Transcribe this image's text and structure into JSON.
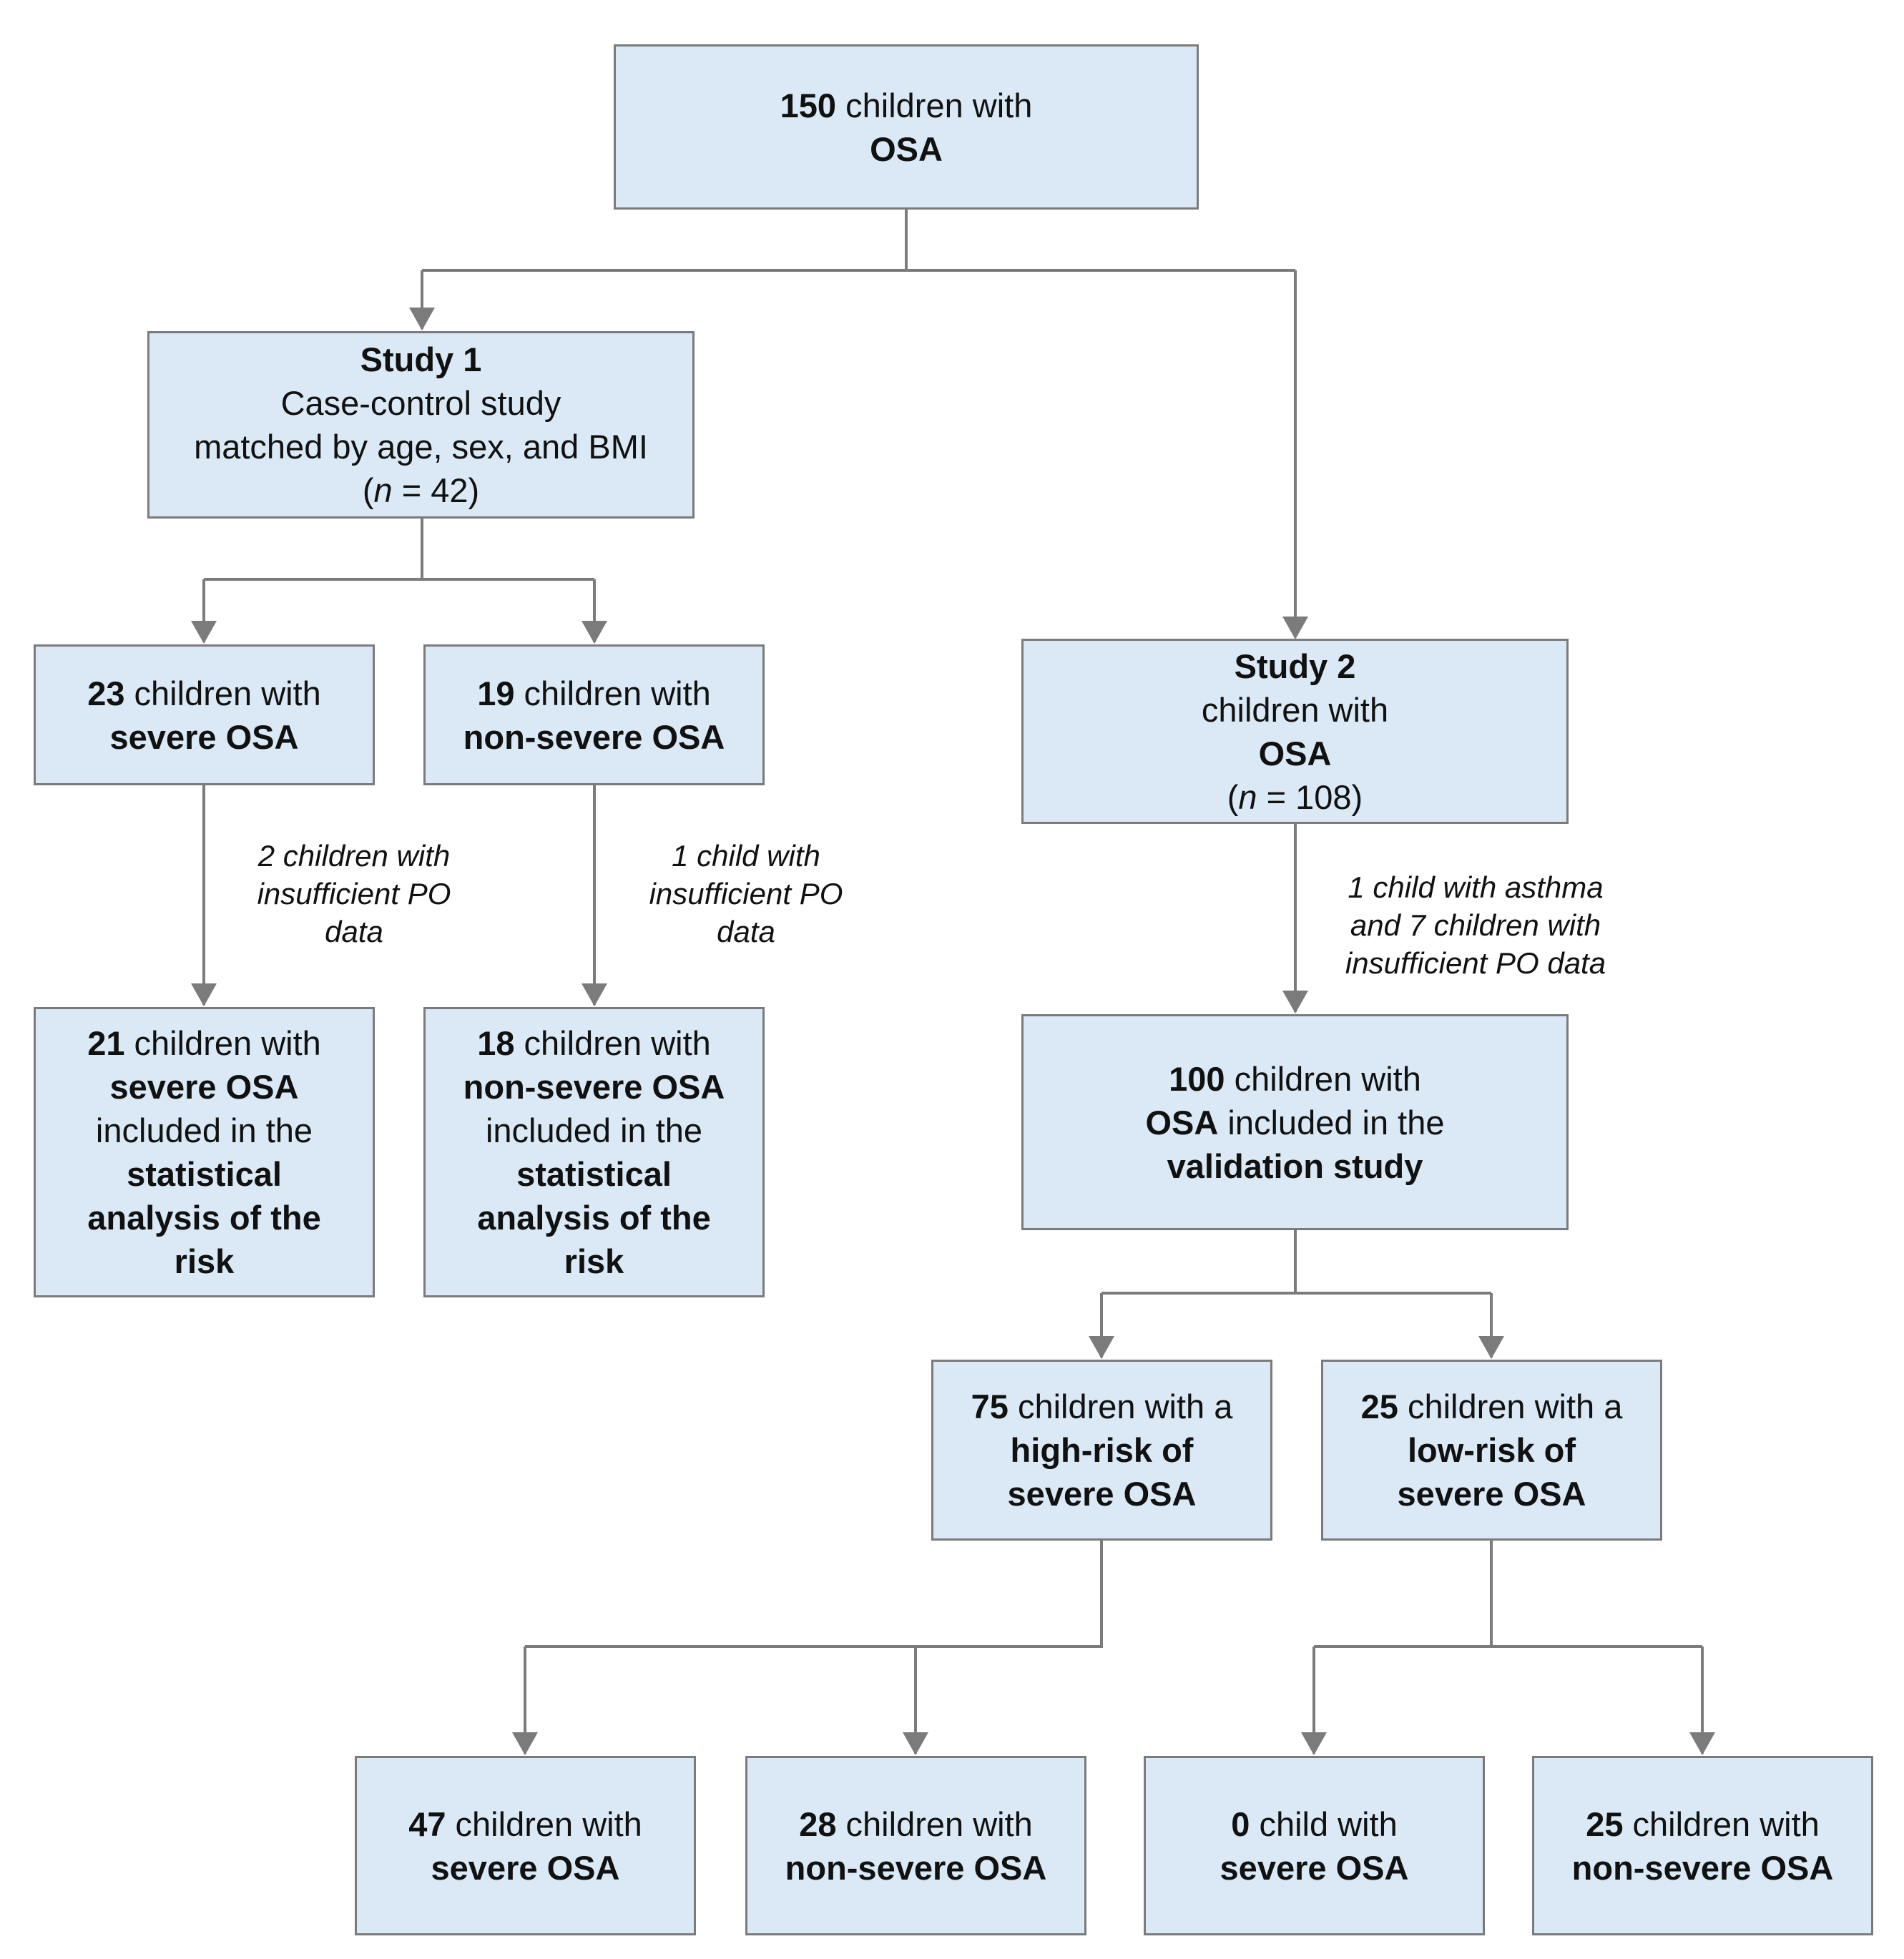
{
  "colors": {
    "box_fill": "#dbe9f6",
    "box_border": "#7b7b7b",
    "connector": "#7b7b7b"
  },
  "top": {
    "count": "150",
    "text": "children with",
    "label": "OSA"
  },
  "study1": {
    "title": "Study 1",
    "line1": "Case-control study",
    "line2": "matched by age, sex, and BMI",
    "n_open": "(",
    "n_symbol": "n",
    "n_rest": " = 42)"
  },
  "s1_severe": {
    "count": "23",
    "text": " children with",
    "label": "severe OSA"
  },
  "s1_nonsevere": {
    "count": "19",
    "text": " children with",
    "label": "non-severe OSA"
  },
  "note_s1_severe": {
    "line1": "2 children with",
    "line2": "insufficient PO",
    "line3": "data"
  },
  "note_s1_nonsevere": {
    "line1": "1 child with",
    "line2": "insufficient PO",
    "line3": "data"
  },
  "s1_severe_final": {
    "count": "21",
    "text": " children with",
    "label": "severe OSA",
    "line3": "included in the",
    "line4": "statistical",
    "line5": "analysis of the",
    "line6": "risk"
  },
  "s1_nonsevere_final": {
    "count": "18",
    "text": " children with",
    "label": "non-severe OSA",
    "line3": "included in the",
    "line4": "statistical",
    "line5": "analysis of the",
    "line6": "risk"
  },
  "study2": {
    "title": "Study 2",
    "line1": "children with",
    "label": "OSA",
    "n_open": "(",
    "n_symbol": "n",
    "n_rest": " = 108)"
  },
  "note_s2": {
    "line1": "1 child with asthma",
    "line2": "and 7 children with",
    "line3": "insufficient PO data"
  },
  "validation": {
    "count": "100",
    "text": " children with",
    "label": "OSA",
    "text2": " included in the",
    "line3": "validation study"
  },
  "high_risk": {
    "count": "75",
    "text": " children with a",
    "line2": "high-risk of",
    "line3": "severe OSA"
  },
  "low_risk": {
    "count": "25",
    "text": " children with a",
    "line2": "low-risk of",
    "line3": "severe OSA"
  },
  "out1": {
    "count": "47",
    "text": " children with",
    "label": "severe OSA"
  },
  "out2": {
    "count": "28",
    "text": " children with",
    "label": "non-severe OSA"
  },
  "out3": {
    "count": "0",
    "text": " child with",
    "label": "severe OSA"
  },
  "out4": {
    "count": "25",
    "text": " children with",
    "label": "non-severe OSA"
  }
}
